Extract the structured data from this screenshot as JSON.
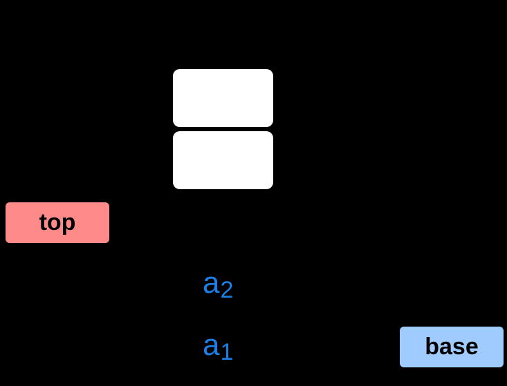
{
  "labels": {
    "top": "top",
    "base": "base"
  },
  "variables": [
    {
      "letter": "a",
      "subscript": "2"
    },
    {
      "letter": "a",
      "subscript": "1"
    }
  ],
  "colors": {
    "background": "#000000",
    "cell": "#ffffff",
    "top_tag": "#ff8a8a",
    "base_tag": "#9fcbff",
    "variable_text": "#1a7fe8"
  }
}
